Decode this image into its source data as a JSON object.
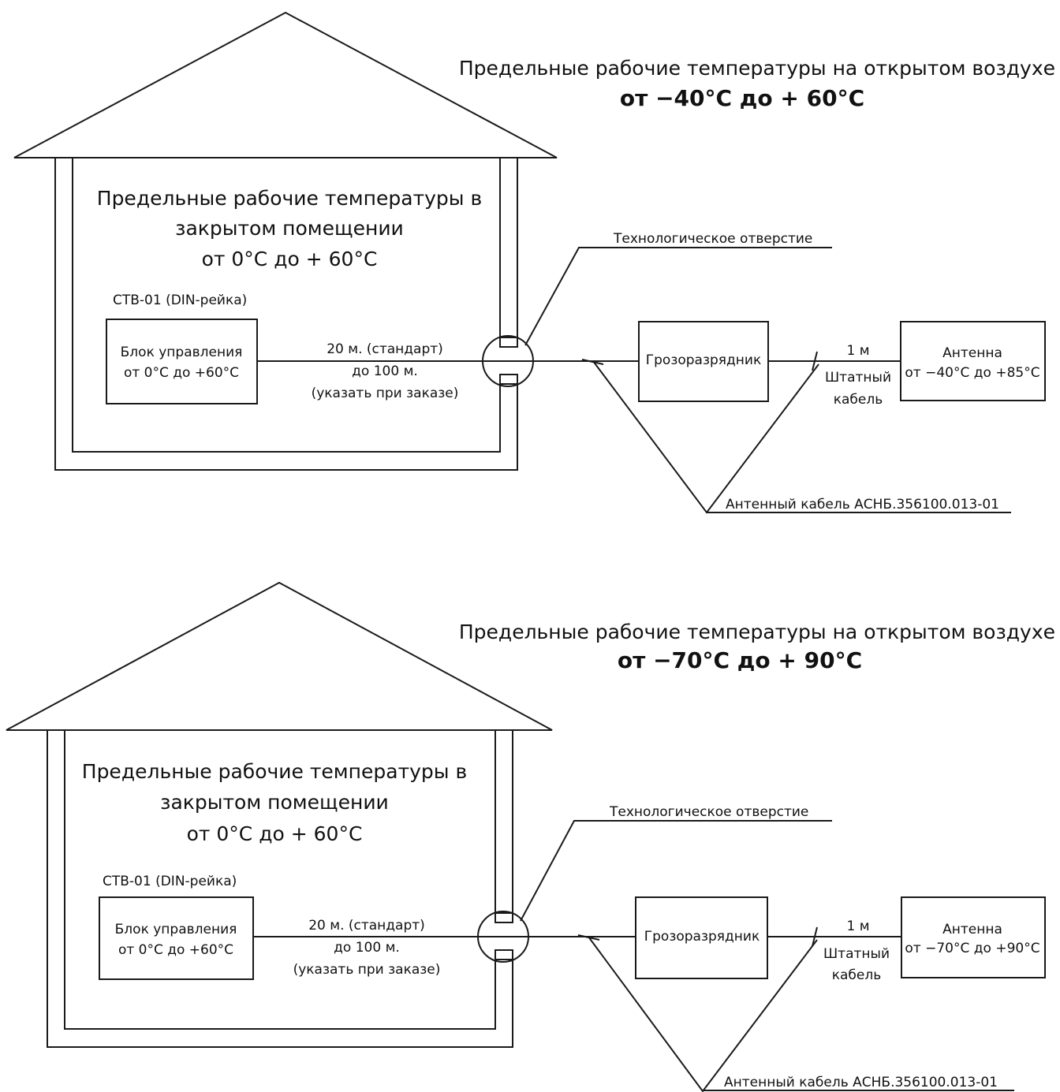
{
  "diagrams": [
    {
      "outdoor_title": "Предельные рабочие температуры на открытом воздухе",
      "outdoor_range": "от −40°С до + 60°С",
      "indoor_title_1": "Предельные рабочие температуры в",
      "indoor_title_2": "закрытом помещении",
      "indoor_range": "от 0°С до + 60°С",
      "device_label": "СТВ-01 (DIN-рейка)",
      "control_unit_1": "Блок управления",
      "control_unit_2": "от 0°С до +60°С",
      "cable_len_1": "20 м. (стандарт)",
      "cable_len_2": "до 100 м.",
      "cable_len_3": "(указать при заказе)",
      "hole_label": "Технологическое отверстие",
      "arrester_label": "Грозоразрядник",
      "std_cable_len": "1 м",
      "std_cable_1": "Штатный",
      "std_cable_2": "кабель",
      "antenna_1": "Антенна",
      "antenna_2": "от −40°С до +85°С",
      "antenna_cable": "Антенный кабель АСНБ.356100.013-01"
    },
    {
      "outdoor_title": "Предельные рабочие температуры на открытом воздухе",
      "outdoor_range": "от −70°С до + 90°С",
      "indoor_title_1": "Предельные рабочие температуры в",
      "indoor_title_2": "закрытом помещении",
      "indoor_range": "от 0°С до + 60°С",
      "device_label": "СТВ-01 (DIN-рейка)",
      "control_unit_1": "Блок управления",
      "control_unit_2": "от 0°С до +60°С",
      "cable_len_1": "20 м. (стандарт)",
      "cable_len_2": "до 100 м.",
      "cable_len_3": "(указать при заказе)",
      "hole_label": "Технологическое отверстие",
      "arrester_label": "Грозоразрядник",
      "std_cable_len": "1 м",
      "std_cable_1": "Штатный",
      "std_cable_2": "кабель",
      "antenna_1": "Антенна",
      "antenna_2": "от −70°С до +90°С",
      "antenna_cable": "Антенный кабель АСНБ.356100.013-01"
    }
  ]
}
